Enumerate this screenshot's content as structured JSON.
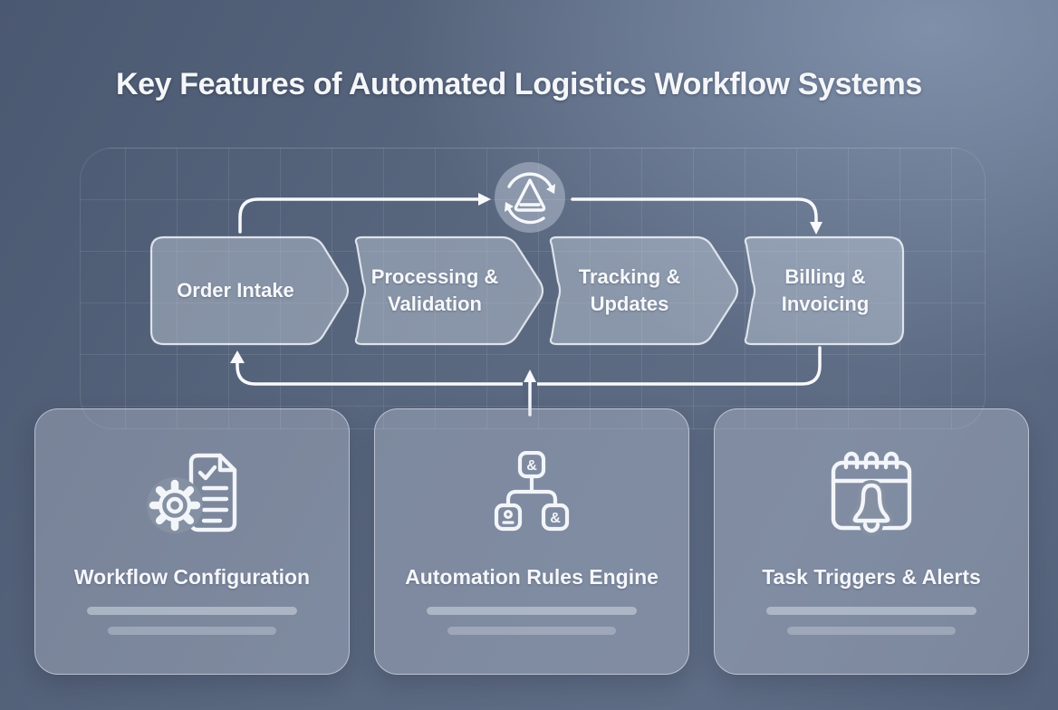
{
  "title": "Key Features of Automated Logistics Workflow Systems",
  "flow": {
    "hub_icon": "sync-alert-icon",
    "steps": [
      {
        "label": "Order Intake"
      },
      {
        "label": "Processing & Validation"
      },
      {
        "label": "Tracking & Updates"
      },
      {
        "label": "Billing & Invoicing"
      }
    ]
  },
  "features": [
    {
      "title": "Workflow Configuration",
      "icon": "gear-document-icon"
    },
    {
      "title": "Automation Rules Engine",
      "icon": "rules-tree-icon"
    },
    {
      "title": "Task Triggers & Alerts",
      "icon": "calendar-bell-icon"
    }
  ],
  "icons": {
    "rules_top_glyph": "&",
    "rules_right_glyph": "&"
  },
  "colors": {
    "background_light": "#8696b0",
    "background_base": "#59677f",
    "panel_fill": "rgba(205,213,226,0.32)",
    "panel_border": "rgba(238,243,250,0.55)",
    "line_white": "#f7f9fc",
    "grid_line": "rgba(255,255,255,0.10)",
    "skeleton_bar": "#b7c0cd"
  }
}
